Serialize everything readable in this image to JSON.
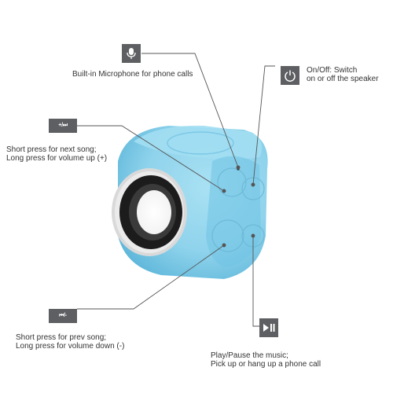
{
  "callouts": {
    "microphone": {
      "icon": "microphone-icon",
      "line1": "Built-in Microphone for phone calls",
      "line2": ""
    },
    "power": {
      "icon": "power-icon",
      "line1": "On/Off: Switch",
      "line2": "on or off the speaker"
    },
    "next": {
      "icon": "next-volume-up-icon",
      "icon_text": "+/⏭",
      "line1": "Short press for next song;",
      "line2": "Long press for volume up (+)"
    },
    "prev": {
      "icon": "prev-volume-down-icon",
      "icon_text": "⏮/-",
      "line1": "Short press for prev song;",
      "line2": "Long press for volume down (-)"
    },
    "play": {
      "icon": "play-pause-icon",
      "line1": "Play/Pause the music;",
      "line2": "Pick up or hang up a phone call"
    }
  },
  "colors": {
    "speaker_body": "#8fd3ec",
    "speaker_shade": "#5fb7da",
    "icon_box": "#5d5f62",
    "leader_line": "#555555"
  }
}
